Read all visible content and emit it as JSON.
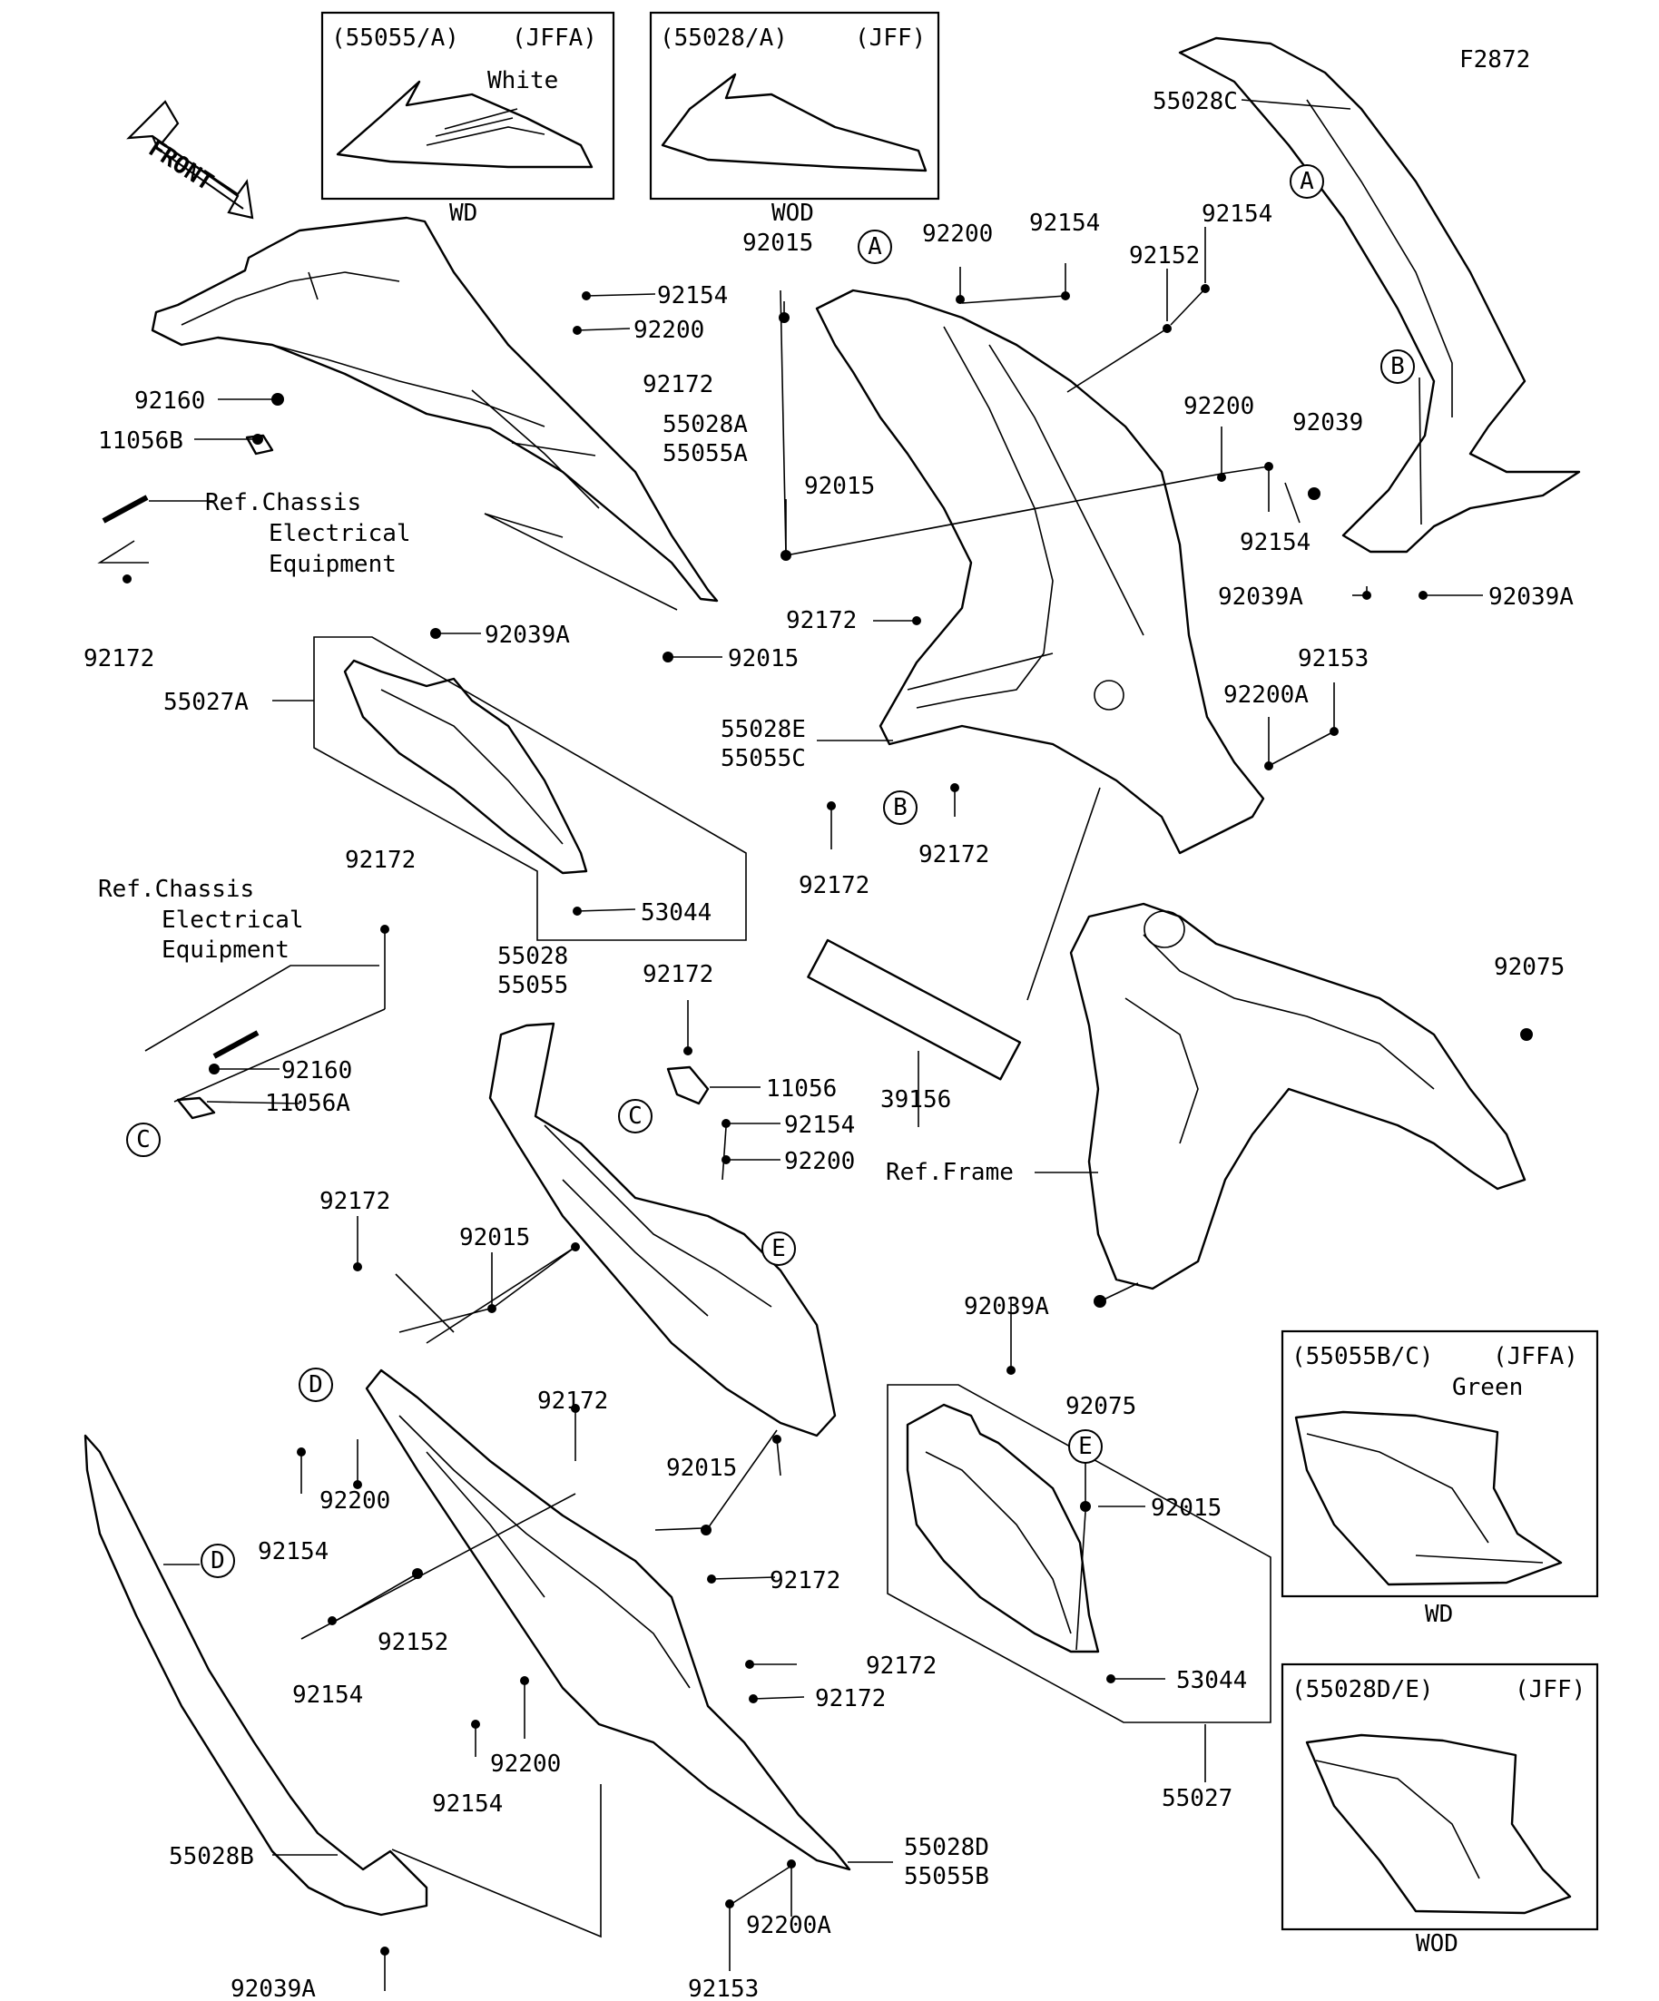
{
  "figure_id": "F2872",
  "front_arrow_label": "FRONT",
  "inset_boxes": [
    {
      "part": "(55055/A)",
      "code": "(JFFA)",
      "color_note": "White",
      "variant": "WD"
    },
    {
      "part": "(55028/A)",
      "code": "(JFF)",
      "color_note": "",
      "variant": "WOD"
    },
    {
      "part": "(55055B/C)",
      "code": "(JFFA)",
      "color_note": "Green",
      "variant": "WD"
    },
    {
      "part": "(55028D/E)",
      "code": "(JFF)",
      "color_note": "",
      "variant": "WOD"
    }
  ],
  "references": {
    "chassis_electrical": [
      "Ref.Chassis",
      "Electrical",
      "Equipment"
    ],
    "frame": "Ref.Frame"
  },
  "callouts": [
    "A",
    "B",
    "C",
    "D",
    "E"
  ],
  "part_labels": {
    "l_92154_a": "92154",
    "l_92200_a": "92200",
    "l_92160_a": "92160",
    "l_11056B": "11056B",
    "l_55028A": "55028A",
    "l_55055A": "55055A",
    "l_92172_a": "92172",
    "l_92039A_a": "92039A",
    "l_92015_a": "92015",
    "l_55027A": "55027A",
    "l_53044_a": "53044",
    "l_92015_b": "92015",
    "l_92200_b": "92200",
    "l_92154_b": "92154",
    "l_92152_a": "92152",
    "l_92154_c": "92154",
    "l_92172_b": "92172",
    "l_92015_c": "92015",
    "l_92200_c": "92200",
    "l_92154_d": "92154",
    "l_92172_c": "92172",
    "l_92153_a": "92153",
    "l_92200A_a": "92200A",
    "l_55028E": "55028E",
    "l_55055C": "55055C",
    "l_92172_d": "92172",
    "l_92172_e": "92172",
    "l_55028C": "55028C",
    "l_92039_a": "92039",
    "l_92039A_b": "92039A",
    "l_92039A_c": "92039A",
    "l_92172_f": "92172",
    "l_92160_b": "92160",
    "l_11056A": "11056A",
    "l_55028": "55028",
    "l_55055": "55055",
    "l_92172_g": "92172",
    "l_11056": "11056",
    "l_92154_e": "92154",
    "l_92200_d": "92200",
    "l_39156": "39156",
    "l_92075_a": "92075",
    "l_92075_b": "92075",
    "l_92172_h": "92172",
    "l_92015_d": "92015",
    "l_92154_f": "92154",
    "l_92200_e": "92200",
    "l_92172_i": "92172",
    "l_92015_e": "92015",
    "l_92172_j": "92172",
    "l_92152_b": "92152",
    "l_92154_g": "92154",
    "l_92172_k": "92172",
    "l_92172_l": "92172",
    "l_92200_f": "92200",
    "l_92154_h": "92154",
    "l_55028D": "55028D",
    "l_55055B": "55055B",
    "l_92200A_b": "92200A",
    "l_92153_b": "92153",
    "l_55028B": "55028B",
    "l_92039A_d": "92039A",
    "l_92039A_e": "92039A",
    "l_92015_f": "92015",
    "l_53044_b": "53044",
    "l_55027": "55027"
  }
}
